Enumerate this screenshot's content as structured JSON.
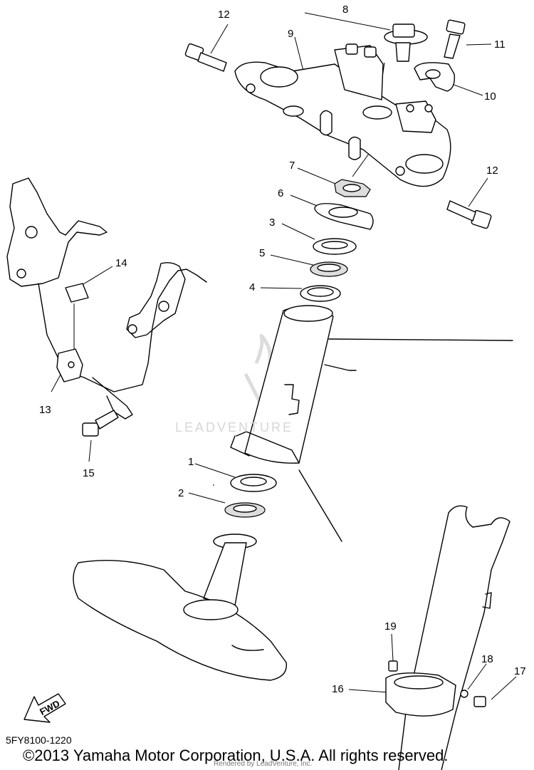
{
  "diagram": {
    "callouts": [
      "1",
      "2",
      "3",
      "4",
      "5",
      "6",
      "7",
      "8",
      "9",
      "10",
      "11",
      "12",
      "12",
      "13",
      "14",
      "15",
      "16",
      "17",
      "18",
      "19"
    ],
    "direction_marker": "FWD",
    "watermark": "LEADVENTURE",
    "diagram_code": "5FY8100-1220",
    "copyright": "©2013 Yamaha Motor Corporation, U.S.A. All rights reserved.",
    "render_credit": "Rendered by LeadVenture, Inc."
  }
}
